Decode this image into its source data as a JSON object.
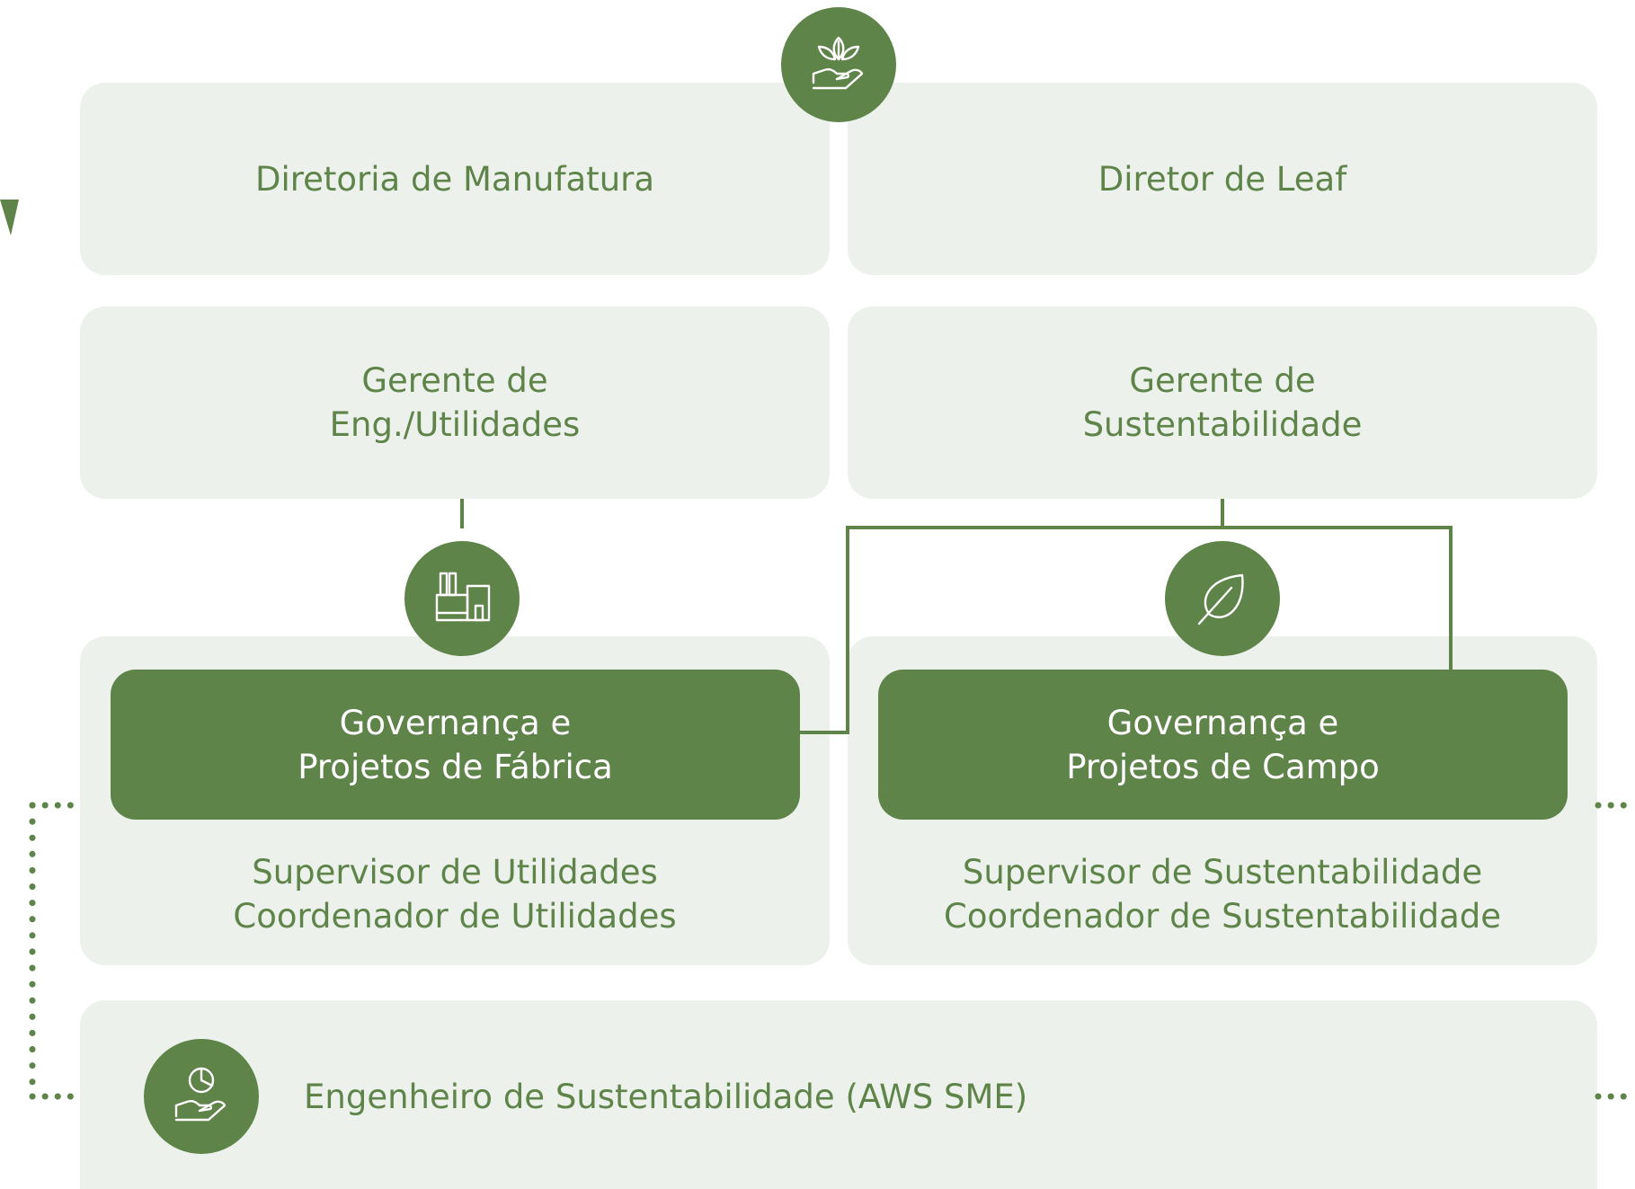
{
  "colors": {
    "primary_green": "#5f8449",
    "panel_background": "#ecf1ec",
    "text_on_green": "#ffffff"
  },
  "top_row": {
    "left_title": "Diretoria de Manufatura",
    "right_title": "Diretor de Leaf",
    "icon": "plant-hand-icon"
  },
  "second_row": {
    "left_title": "Gerente de\nEng./Utilidades",
    "right_title": "Gerente de\nSustentabilidade"
  },
  "governance": {
    "left": {
      "title": "Governança e\nProjetos de Fábrica",
      "icon": "factory-icon",
      "roles": "Supervisor de Utilidades\nCoordenador de Utilidades"
    },
    "right": {
      "title": "Governança e\nProjetos de Campo",
      "icon": "leaf-icon",
      "roles": "Supervisor de Sustentabilidade\nCoordenador de Sustentabilidade"
    }
  },
  "bottom_row": {
    "title": "Engenheiro de Sustentabilidade (AWS SME)",
    "icon": "chart-hand-icon"
  }
}
